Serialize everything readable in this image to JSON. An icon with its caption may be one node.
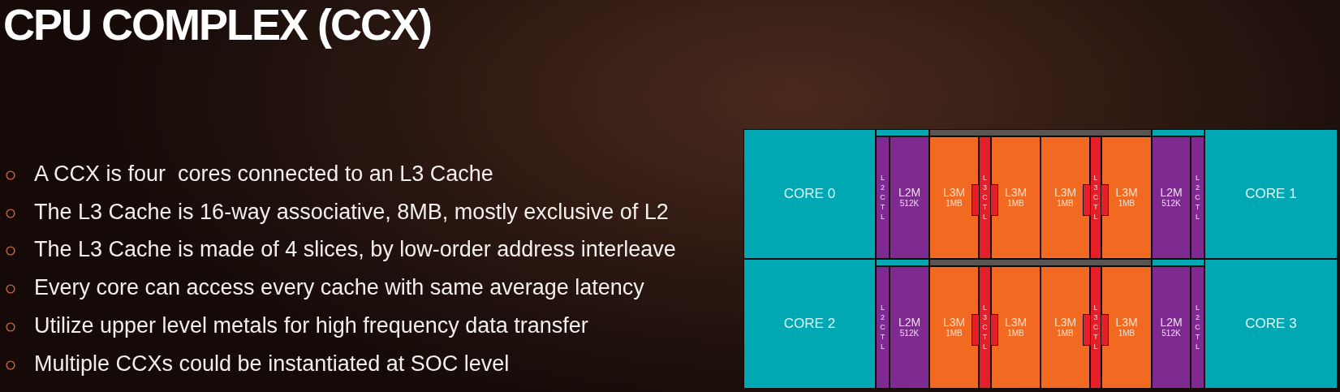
{
  "diagram": {
    "title": "CPU COMPLEX (CCX)",
    "nodes": [
      {
        "text": [
          "CORE 0"
        ]
      },
      {
        "text": [],
        "shape": "bar"
      },
      {
        "text": [
          "L2CTL"
        ]
      },
      {
        "text": [
          "L2M",
          "512K"
        ]
      },
      {
        "text": [],
        "shape": "bar"
      },
      {
        "text": [
          "L3M",
          "1MB"
        ]
      },
      {
        "text": [
          "L3CTL"
        ]
      },
      {
        "text": [
          "L3M",
          "1MB"
        ]
      },
      {
        "text": [
          "L3M",
          "1MB"
        ]
      },
      {
        "text": [
          "L3CTL"
        ]
      },
      {
        "text": [
          "L3M",
          "1MB"
        ]
      },
      {
        "text": [],
        "shape": "bar"
      },
      {
        "text": [
          "L2M",
          "512K"
        ]
      },
      {
        "text": [
          "L2CTL"
        ]
      },
      {
        "text": [
          "CORE 1"
        ]
      },
      {
        "text": [
          "CORE 2"
        ]
      },
      {
        "text": [],
        "shape": "bar"
      },
      {
        "text": [
          "L2CTL"
        ]
      },
      {
        "text": [
          "L2M",
          "512K"
        ]
      },
      {
        "text": [],
        "shape": "bar"
      },
      {
        "text": [
          "L3M",
          "1MB"
        ]
      },
      {
        "text": [
          "L3CTL"
        ]
      },
      {
        "text": [
          "L3M",
          "1MB"
        ]
      },
      {
        "text": [
          "L3M",
          "1MB"
        ]
      },
      {
        "text": [
          "L3CTL"
        ]
      },
      {
        "text": [
          "L3M",
          "1MB"
        ]
      },
      {
        "text": [],
        "shape": "bar"
      },
      {
        "text": [
          "L2M",
          "512K"
        ]
      },
      {
        "text": [
          "L2CTL"
        ]
      },
      {
        "text": [
          "CORE 3"
        ]
      }
    ],
    "labels": [
      "A CCX is four  cores connected to an L3 Cache",
      "The L3 Cache is 16-way associative, 8MB, mostly exclusive of L2",
      "The L3 Cache is made of 4 slices, by low-order address interleave",
      "Every core can access every cache with same average latency",
      "Utilize upper level metals for high frequency data transfer",
      "Multiple CCXs could be instantiated at SOC level"
    ]
  }
}
